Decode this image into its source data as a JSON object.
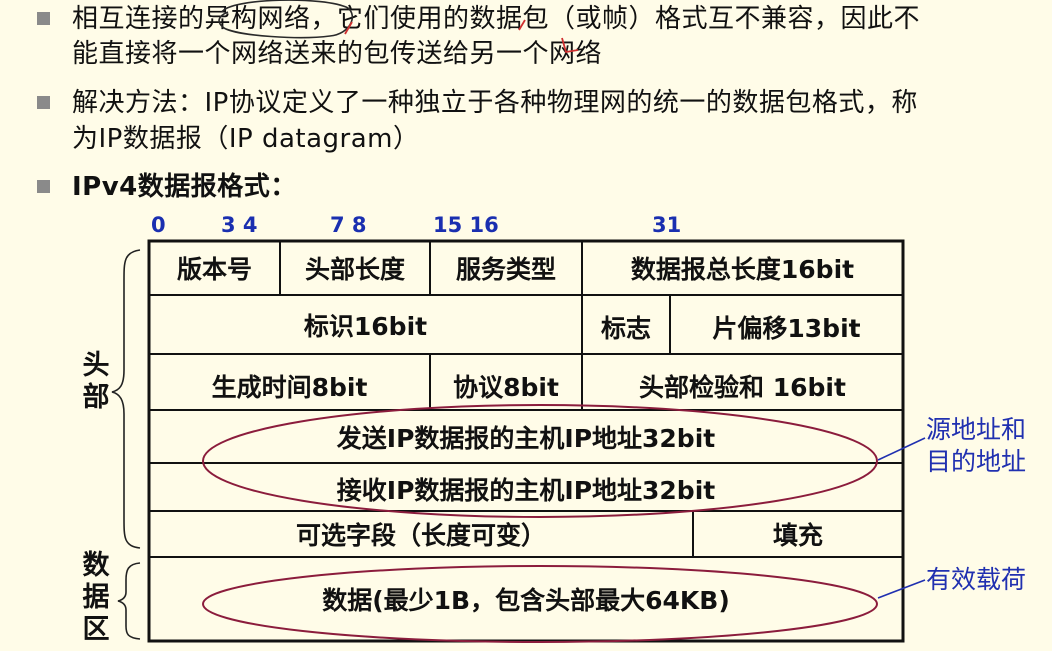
{
  "bullets": [
    {
      "line1": "相互连接的异构网络，它们使用的数据包（或帧）格式互不兼容，因此不",
      "line2": "能直接将一个网络送来的包传送给另一个网络"
    },
    {
      "line1": "解决方法：IP协议定义了一种独立于各种物理网的统一的数据包格式，称",
      "line2": "为IP数据报（IP datagram）"
    },
    {
      "line1": "IPv4数据报格式："
    }
  ],
  "bit_positions": [
    "0",
    "3 4",
    "7 8",
    "15 16",
    "31"
  ],
  "fields": {
    "version": "版本号",
    "header_length": "头部长度",
    "service_type": "服务类型",
    "total_length": "数据报总长度16bit",
    "identification": "标识16bit",
    "flags": "标志",
    "fragment_offset": "片偏移13bit",
    "ttl": "生成时间8bit",
    "protocol": "协议8bit",
    "header_checksum": "头部检验和 16bit",
    "source_address": "发送IP数据报的主机IP地址32bit",
    "destination_address": "接收IP数据报的主机IP地址32bit",
    "options": "可选字段（长度可变）",
    "padding": "填充",
    "data": "数据(最少1B，包含头部最大64KB)"
  },
  "side_labels": {
    "header": "头部",
    "data_area": "数据区"
  },
  "annotations": {
    "address_note_line1": "源地址和",
    "address_note_line2": "目的地址",
    "payload_note": "有效载荷"
  },
  "colors": {
    "background": "#fffce8",
    "bit_numbers": "#1a2fb0",
    "annotation_text": "#2030b0",
    "ellipse": "#8b1c3c",
    "handwriting": "#d03030"
  }
}
